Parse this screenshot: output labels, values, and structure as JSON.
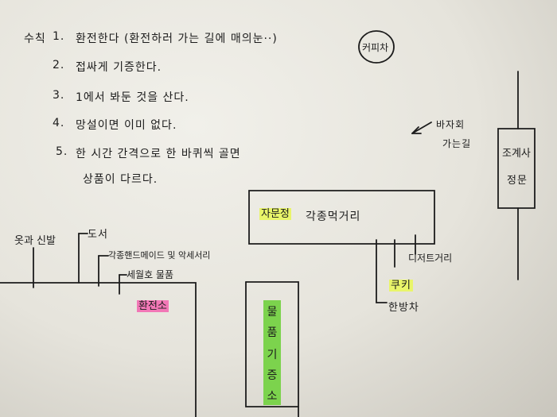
{
  "rules": {
    "heading": "수칙",
    "items": [
      {
        "num": "1.",
        "text": "환전한다 (환전하러 가는 길에 매의눈··)"
      },
      {
        "num": "2.",
        "text": "접싸게 기증한다."
      },
      {
        "num": "3.",
        "text": "1에서 봐둔 것을 산다."
      },
      {
        "num": "4.",
        "text": "망설이면 이미 없다."
      },
      {
        "num": "5.",
        "text": "한 시간 간격으로 한 바퀴씩 골면"
      },
      {
        "num": "",
        "text": "상품이 다르다."
      }
    ]
  },
  "map": {
    "circle_label": "커피차",
    "arrow_label_1": "바자회",
    "arrow_label_2": "가는길",
    "gate_label_1": "조계사",
    "gate_label_2": "정문",
    "food_box_label_highlight": "자문정",
    "food_box_label": "각종먹거리",
    "dessert_label": "디저트거리",
    "cookie_label": "쿠키",
    "hanbang_label": "한방차",
    "left_label_clothes": "옷과 신발",
    "left_label_books": "도서",
    "left_label_handmade": "각종핸드메이드 및 악세서리",
    "left_label_misc": "세월호 물품",
    "exchange_label": "환전소",
    "donation_chars": [
      "물",
      "품",
      "기",
      "증",
      "소"
    ]
  },
  "colors": {
    "yellow_highlight": "#e9f56a",
    "pink_highlight": "#f277b6",
    "green_highlight": "#7cd34d",
    "ink": "#1c1c1c"
  }
}
